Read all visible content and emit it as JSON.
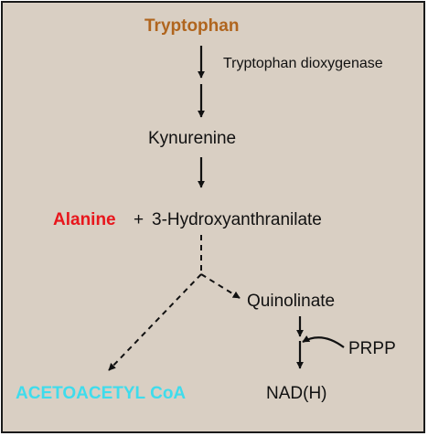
{
  "diagram": {
    "colors": {
      "background": "#d9cfc3",
      "border": "#1a1a1a",
      "tryptophan": "#b0651e",
      "alanine": "#e8161c",
      "acetoacetyl": "#3fdcec",
      "text": "#111111"
    },
    "nodes": {
      "tryptophan": "Tryptophan",
      "kynurenine": "Kynurenine",
      "alanine": "Alanine",
      "plus": "+",
      "hydroxyanthranilate": "3-Hydroxyanthranilate",
      "quinolinate": "Quinolinate",
      "prpp": "PRPP",
      "nadh": "NAD(H)",
      "acetoacetyl_coa": "ACETOACETYL CoA"
    },
    "enzyme_labels": {
      "tryptophan_dioxygenase": "Tryptophan dioxygenase"
    }
  }
}
